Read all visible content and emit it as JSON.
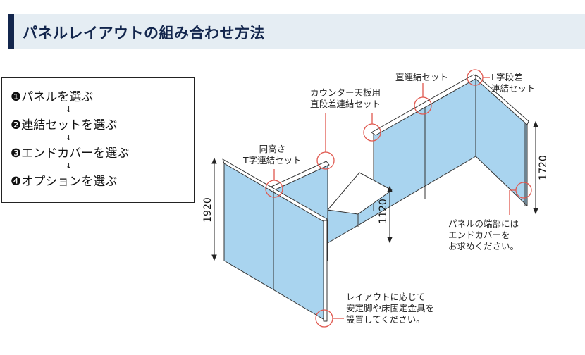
{
  "header": {
    "title": "パネルレイアウトの組み合わせ方法"
  },
  "steps": [
    {
      "label": "❶パネルを選ぶ"
    },
    {
      "label": "❷連結セットを選ぶ"
    },
    {
      "label": "❸エンドカバーを選ぶ"
    },
    {
      "label": "❹オプションを選ぶ"
    }
  ],
  "step_arrow": "↓",
  "callouts": {
    "t_joint": "同高さ\nT字連結セット",
    "counter_joint": "カウンター天板用\n直段差連結セット",
    "straight_joint": "直連結セット",
    "l_joint": "L字段差\n連結セット",
    "end_cover": "パネルの端部には\nエンドカバーを\nお求めください。",
    "stabilizer": "レイアウトに応じて\n安定脚や床固定金具を\n設置してください。"
  },
  "dimensions": {
    "left_height": "1920",
    "right_height": "1720",
    "counter_height": "1120"
  },
  "colors": {
    "panel": "#a9d4ef",
    "accent": "#13264d",
    "callout_ring": "#e0584f"
  }
}
